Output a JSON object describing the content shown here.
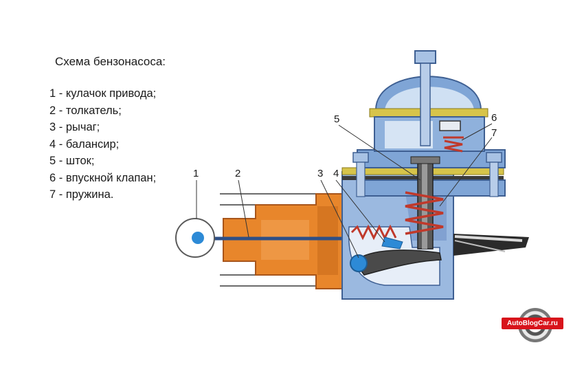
{
  "legend": {
    "title": "Схема бензонасоса:",
    "items": [
      "1 - кулачок привода;",
      "2 - толкатель;",
      "3 - рычаг;",
      "4 - балансир;",
      "5 - шток;",
      "6 - впускной клапан;",
      "7 - пружина."
    ]
  },
  "callouts": [
    "1",
    "2",
    "3",
    "4",
    "5",
    "6",
    "7"
  ],
  "watermark": "AutoBlogCar.ru",
  "colors": {
    "body_blue": "#7fa5d6",
    "body_dark": "#4a6fa5",
    "pusher_orange": "#e8862b",
    "spring_red": "#c0392b",
    "gasket_yellow": "#d7c44a",
    "badge_red": "#d8141b"
  }
}
